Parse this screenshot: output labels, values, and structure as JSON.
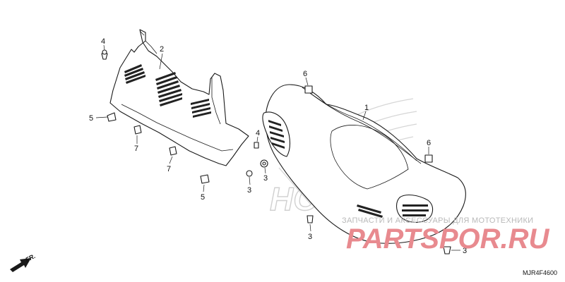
{
  "callouts": {
    "c1": "1",
    "c2": "2",
    "c3a": "3",
    "c3b": "3",
    "c3c": "3",
    "c3d": "3",
    "c4a": "4",
    "c4b": "4",
    "c5a": "5",
    "c5b": "5",
    "c6a": "6",
    "c6b": "6",
    "c7a": "7",
    "c7b": "7"
  },
  "watermark": {
    "caption": "ЗАПЧАСТИ И АКСЕССУАРЫ ДЛЯ МОТОТЕХНИКИ",
    "logo": "PARTSPOR.RU",
    "brand_outline": "HONDA",
    "logo_color": "#e88a8f"
  },
  "direction_label": "FR.",
  "diagram_code": "MJR4F4600"
}
